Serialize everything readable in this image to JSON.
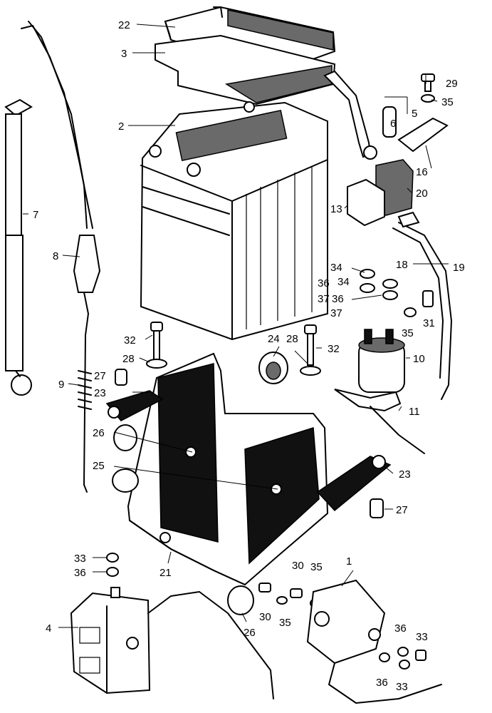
{
  "callouts": [
    {
      "id": "c1",
      "text": "1"
    },
    {
      "id": "c2",
      "text": "2"
    },
    {
      "id": "c3",
      "text": "3"
    },
    {
      "id": "c4",
      "text": "4"
    },
    {
      "id": "c5",
      "text": "5"
    },
    {
      "id": "c6",
      "text": "6"
    },
    {
      "id": "c7",
      "text": "7"
    },
    {
      "id": "c8",
      "text": "8"
    },
    {
      "id": "c9",
      "text": "9"
    },
    {
      "id": "c10",
      "text": "10"
    },
    {
      "id": "c11",
      "text": "11"
    },
    {
      "id": "c13",
      "text": "13"
    },
    {
      "id": "c16",
      "text": "16"
    },
    {
      "id": "c18",
      "text": "18"
    },
    {
      "id": "c19",
      "text": "19"
    },
    {
      "id": "c20",
      "text": "20"
    },
    {
      "id": "c21",
      "text": "21"
    },
    {
      "id": "c22",
      "text": "22"
    },
    {
      "id": "c23a",
      "text": "23"
    },
    {
      "id": "c23b",
      "text": "23"
    },
    {
      "id": "c24",
      "text": "24"
    },
    {
      "id": "c25",
      "text": "25"
    },
    {
      "id": "c26a",
      "text": "26"
    },
    {
      "id": "c26b",
      "text": "26"
    },
    {
      "id": "c27a",
      "text": "27"
    },
    {
      "id": "c27b",
      "text": "27"
    },
    {
      "id": "c28a",
      "text": "28"
    },
    {
      "id": "c28b",
      "text": "28"
    },
    {
      "id": "c29",
      "text": "29"
    },
    {
      "id": "c30a",
      "text": "30"
    },
    {
      "id": "c30b",
      "text": "30"
    },
    {
      "id": "c31",
      "text": "31"
    },
    {
      "id": "c32a",
      "text": "32"
    },
    {
      "id": "c32b",
      "text": "32"
    },
    {
      "id": "c33a",
      "text": "33"
    },
    {
      "id": "c33b",
      "text": "33"
    },
    {
      "id": "c33c",
      "text": "33"
    },
    {
      "id": "c34a",
      "text": "34"
    },
    {
      "id": "c34b",
      "text": "34"
    },
    {
      "id": "c35a",
      "text": "35"
    },
    {
      "id": "c35b",
      "text": "35"
    },
    {
      "id": "c35c",
      "text": "35"
    },
    {
      "id": "c35d",
      "text": "35"
    },
    {
      "id": "c36a",
      "text": "36"
    },
    {
      "id": "c36b",
      "text": "36"
    },
    {
      "id": "c36c",
      "text": "36"
    },
    {
      "id": "c36d",
      "text": "36"
    },
    {
      "id": "c36e",
      "text": "36"
    },
    {
      "id": "c37a",
      "text": "37"
    },
    {
      "id": "c37b",
      "text": "37"
    }
  ]
}
